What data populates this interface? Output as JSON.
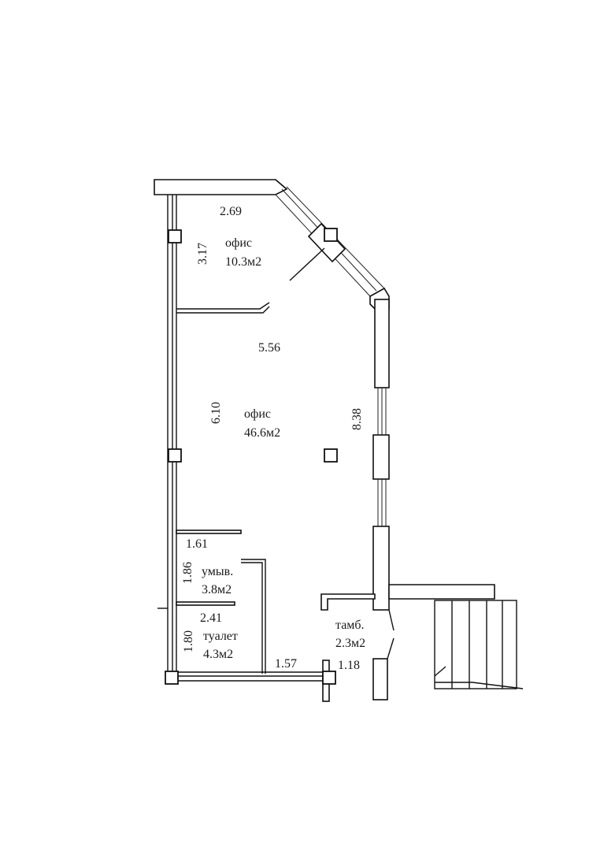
{
  "rooms": {
    "office_small": {
      "name": "офис",
      "area": "10.3м2"
    },
    "office_main": {
      "name": "офис",
      "area": "46.6м2"
    },
    "washroom": {
      "name": "умыв.",
      "area": "3.8м2"
    },
    "toilet": {
      "name": "туалет",
      "area": "4.3м2"
    },
    "vestibule": {
      "name": "тамб.",
      "area": "2.3м2"
    }
  },
  "dimensions": {
    "top_width": "2.69",
    "small_office_height": "3.17",
    "main_width": "5.56",
    "main_height": "6.10",
    "right_length": "8.38",
    "washroom_width": "1.61",
    "washroom_height": "1.86",
    "toilet_width": "2.41",
    "toilet_height": "1.80",
    "bottom_wall": "1.57",
    "vestibule_width": "1.18"
  },
  "colors": {
    "line": "#111111",
    "background": "#ffffff"
  }
}
